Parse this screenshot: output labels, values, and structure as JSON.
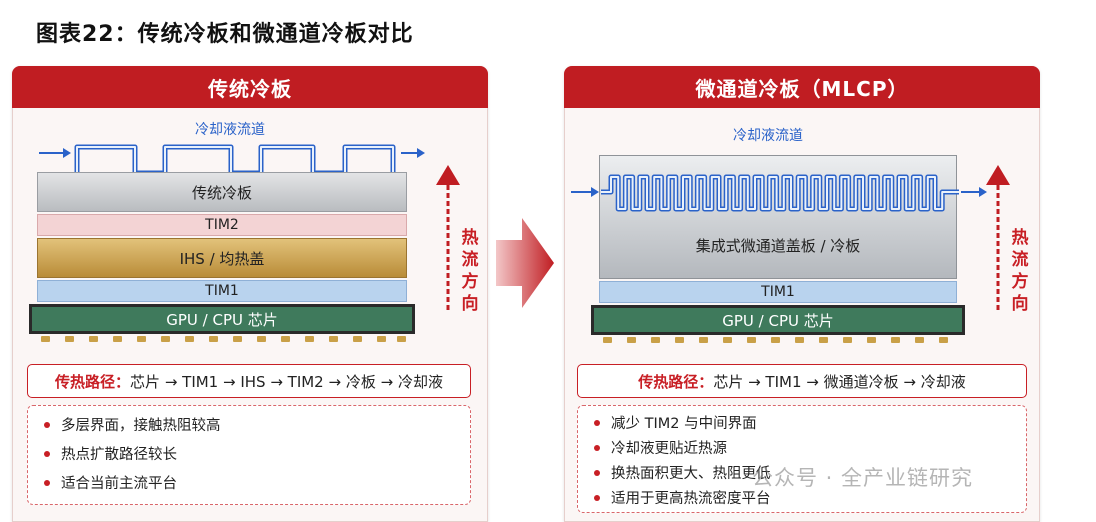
{
  "figure_title": "图表22：传统冷板和微通道冷板对比",
  "left": {
    "header": "传统冷板",
    "flow_label": "冷却液流道",
    "layers": {
      "cold_plate": "传统冷板",
      "tim2": "TIM2",
      "ihs": "IHS / 均热盖",
      "tim1": "TIM1",
      "chip": "GPU / CPU 芯片"
    },
    "heat_direction": "热流方向",
    "path_label": "传热路径：",
    "path": "芯片 → TIM1 → IHS → TIM2 → 冷板 → 冷却液",
    "bullets": [
      "多层界面，接触热阻较高",
      "热点扩散路径较长",
      "适合当前主流平台"
    ]
  },
  "right": {
    "header": "微通道冷板（MLCP）",
    "flow_label": "冷却液流道",
    "layers": {
      "cold_plate": "集成式微通道盖板 / 冷板",
      "tim1": "TIM1",
      "chip": "GPU / CPU 芯片"
    },
    "heat_direction": "热流方向",
    "path_label": "传热路径：",
    "path": "芯片 → TIM1 → 微通道冷板 → 冷却液",
    "bullets": [
      "减少 TIM2 与中间界面",
      "冷却液更贴近热源",
      "换热面积更大、热阻更低",
      "适用于更高热流密度平台"
    ]
  },
  "watermark": "公众号 · 全产业链研究",
  "colors": {
    "accent_red": "#c01d22",
    "coolant_blue": "#2a62c9",
    "ihs_gold": "#c9a048",
    "tim_blue": "#b9d3ee",
    "tim2_pink": "#f3d3d4",
    "chip_green": "#3f7a5c",
    "plate_gray": "#cfd1d4"
  }
}
